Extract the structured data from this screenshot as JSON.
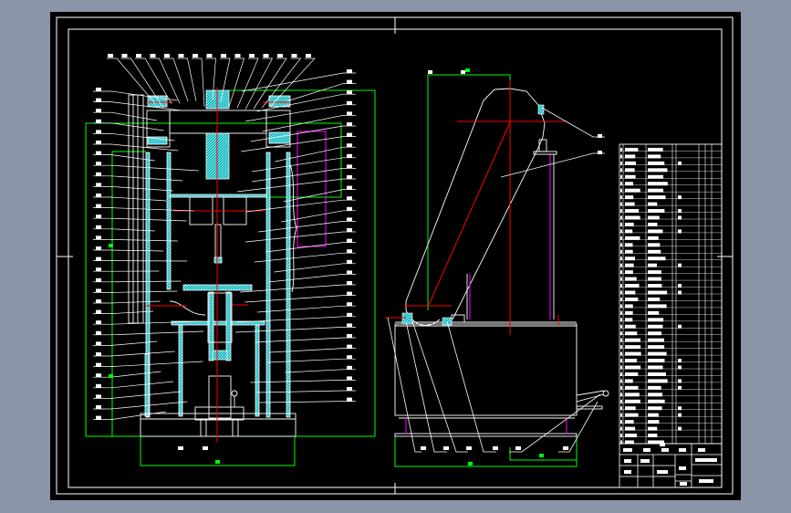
{
  "window": {
    "background": "#8a96a8",
    "canvas_color": "#000000"
  },
  "drawing": {
    "colors": {
      "outline": "#ffffff",
      "centerline": "#ff0000",
      "hatch": "#00ffff",
      "dimension": "#00ff00",
      "annotation_box": "#ff00ff"
    },
    "views": [
      "front-section-view",
      "side-view"
    ],
    "parts_list_rows": 44
  }
}
